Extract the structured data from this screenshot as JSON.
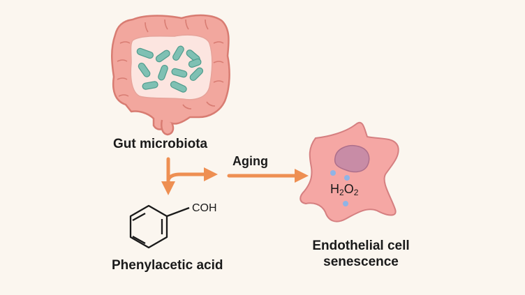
{
  "labels": {
    "gut_microbiota": "Gut microbiota",
    "aging": "Aging",
    "phenylacetic_acid": "Phenylacetic acid",
    "carboxyl_group": "COH",
    "endothelial_line1": "Endothelial cell",
    "endothelial_line2": "senescence",
    "h2o2": {
      "h": "H",
      "sub1": "2",
      "o": "O",
      "sub2": "2"
    }
  },
  "colors": {
    "background": "#fbf6ef",
    "intestine_fill": "#f2a79e",
    "intestine_stroke": "#d87c72",
    "intestine_inner": "#fce5e0",
    "bacteria": "#7fc0b3",
    "bacteria_stroke": "#4e9b8c",
    "arrow": "#ee8f52",
    "cell_fill": "#f5a7a4",
    "cell_stroke": "#d57f80",
    "nucleus": "#c88ca6",
    "vesicle": "#8fb4e6",
    "text": "#1a1a1a"
  }
}
